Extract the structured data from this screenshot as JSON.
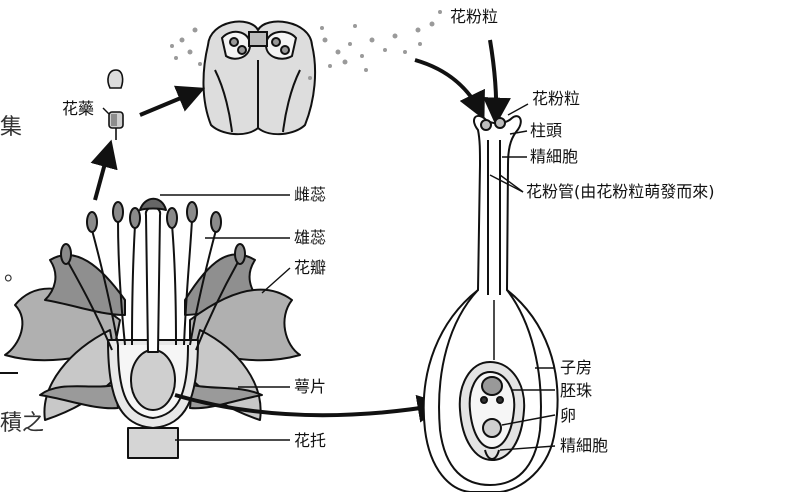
{
  "labels": {
    "anther": "花藥",
    "pollen_grain_top": "花粉粒",
    "pollen_grain": "花粉粒",
    "stigma": "柱頭",
    "sperm_top": "精細胞",
    "pollen_tube": "花粉管(由花粉粒萌發而來)",
    "pistil": "雌蕊",
    "stamen": "雄蕊",
    "petal": "花瓣",
    "sepal": "萼片",
    "receptacle": "花托",
    "ovary": "子房",
    "ovule": "胚珠",
    "egg": "卵",
    "sperm_bottom": "精細胞"
  },
  "page_edge": {
    "char1": "集",
    "char2": "。",
    "char3": "積之"
  },
  "colors": {
    "line": "#111111",
    "fill_light": "#e6e6e6",
    "fill_mid": "#b9b9b9",
    "fill_dark": "#6f6f6f"
  }
}
